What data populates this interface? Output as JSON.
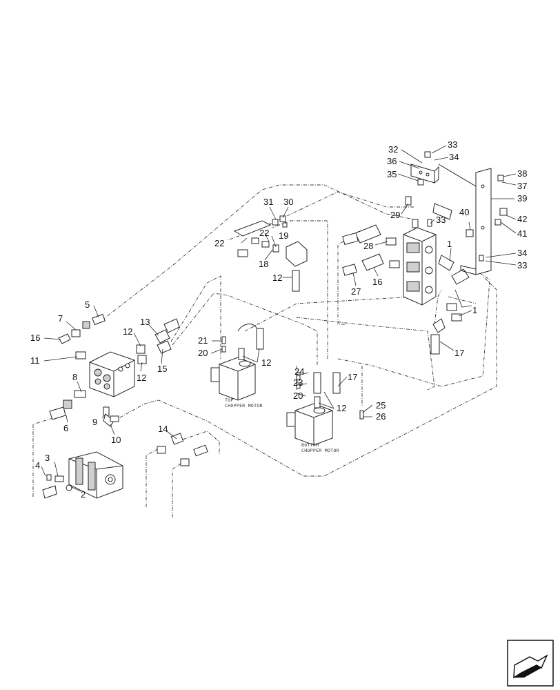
{
  "diagram": {
    "captions": {
      "top_motor_1": "TOP",
      "top_motor_2": "CHOPPER MOTOR",
      "bottom_motor_1": "BOTTOM",
      "bottom_motor_2": "CHOPPER MOTOR"
    },
    "callouts": {
      "c1a": "1",
      "c1b": "1",
      "c2": "2",
      "c3": "3",
      "c4": "4",
      "c5": "5",
      "c6": "6",
      "c7": "7",
      "c8": "8",
      "c9": "9",
      "c10": "10",
      "c11": "11",
      "c12a": "12",
      "c12b": "12",
      "c12c": "12",
      "c12d": "12",
      "c12e": "12",
      "c13": "13",
      "c14": "14",
      "c15": "15",
      "c16a": "16",
      "c16b": "16",
      "c17a": "17",
      "c17b": "17",
      "c18": "18",
      "c19": "19",
      "c20a": "20",
      "c20b": "20",
      "c21": "21",
      "c22a": "22",
      "c22b": "22",
      "c23": "23",
      "c24": "24",
      "c25": "25",
      "c26": "26",
      "c27": "27",
      "c28": "28",
      "c29": "29",
      "c30": "30",
      "c31": "31",
      "c32": "32",
      "c33a": "33",
      "c33b": "33",
      "c33c": "33",
      "c34a": "34",
      "c34b": "34",
      "c35": "35",
      "c36": "36",
      "c37": "37",
      "c38": "38",
      "c39": "39",
      "c40": "40",
      "c41": "41",
      "c42": "42"
    }
  },
  "nav": {
    "icon": "next-page-arrow-icon"
  }
}
